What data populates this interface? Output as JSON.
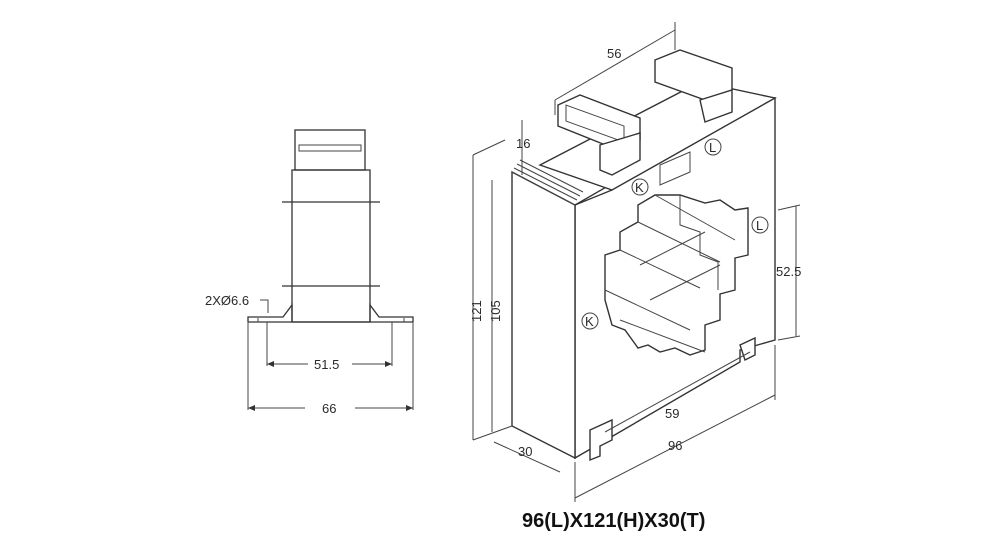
{
  "side_view": {
    "hole_label": "2XØ6.6",
    "pitch_label": "51.5",
    "width_label": "66"
  },
  "iso_view": {
    "top_width_label": "56",
    "terminal_height_label": "16",
    "total_height_label": "121",
    "body_height_label": "105",
    "thickness_label": "30",
    "window_height_label": "52.5",
    "inner_width_label": "59",
    "length_label": "96",
    "terminal_k_label": "K",
    "terminal_l_label": "L"
  },
  "caption": "96(L)X121(H)X30(T)"
}
